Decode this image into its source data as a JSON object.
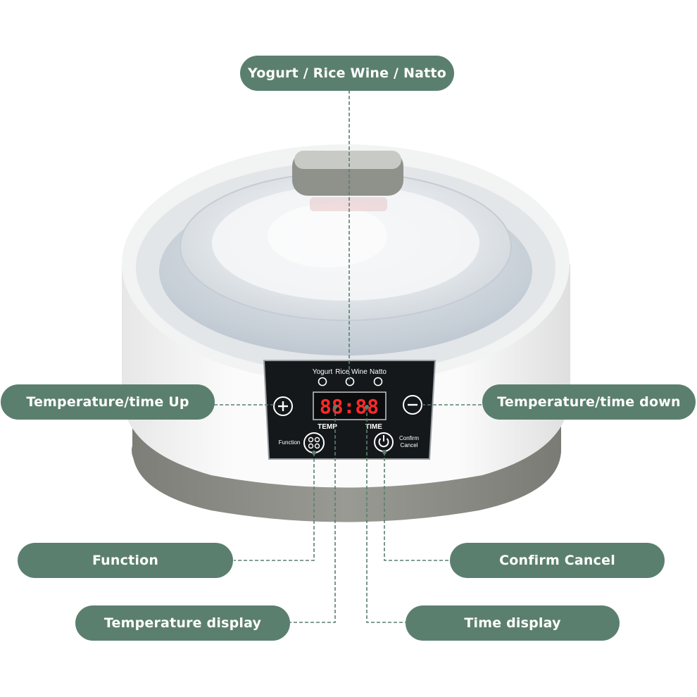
{
  "labels": {
    "top": "Yogurt / Rice Wine / Natto",
    "temp_time_up": "Temperature/time Up",
    "temp_time_down": "Temperature/time down",
    "function": "Function",
    "confirm_cancel": "Confirm Cancel",
    "temperature_display": "Temperature display",
    "time_display": "Time display"
  },
  "panel": {
    "mode_yogurt": "Yogurt",
    "mode_rice_wine": "Rice Wine",
    "mode_natto": "Natto",
    "display_digits": "88:88",
    "temp_label": "TEMP",
    "time_label": "TIME",
    "function_label": "Function",
    "confirm_label": "Confirm",
    "cancel_label": "Cancel"
  },
  "colors": {
    "pill": "#5b7f6e",
    "body_white": "#f4f5f4",
    "base_gray": "#8a8b85",
    "panel": "#15181b",
    "led": "#ff2a2a"
  },
  "icons": {
    "plus": "plus-button-icon",
    "minus": "minus-button-icon",
    "function": "function-grid-icon",
    "power": "power-icon"
  }
}
